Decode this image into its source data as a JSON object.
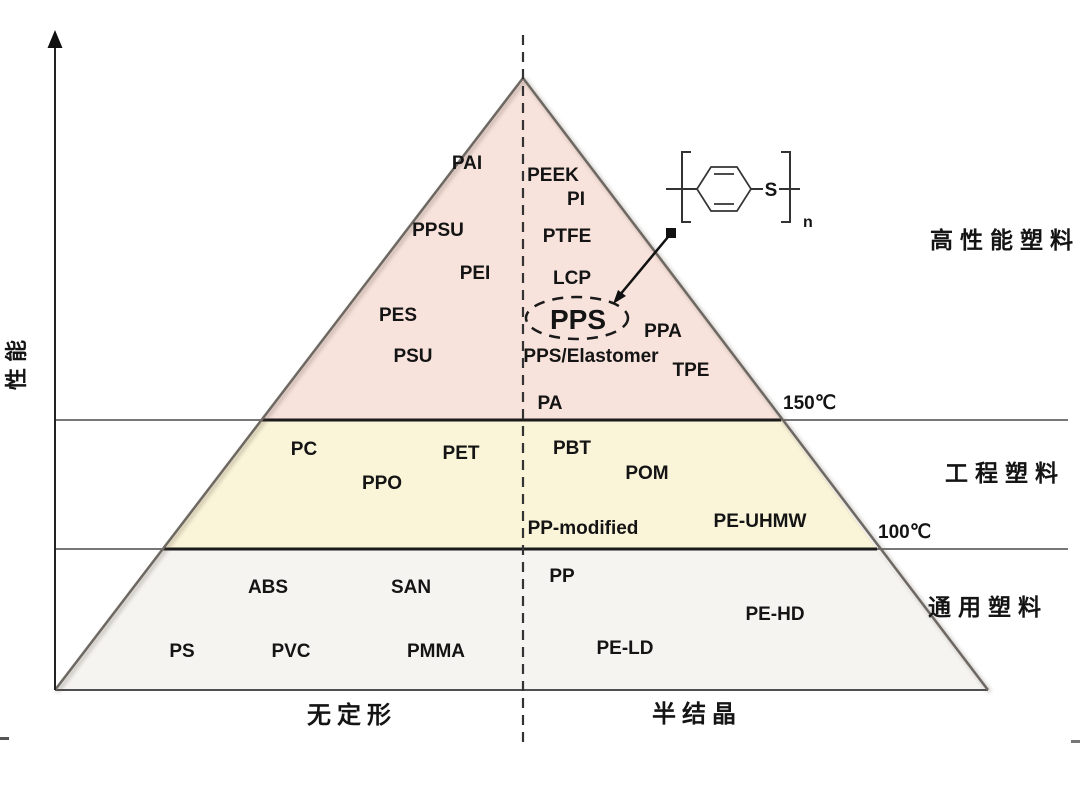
{
  "diagram": {
    "axis": {
      "label": "性能"
    },
    "bands": [
      {
        "label": "高性能塑料",
        "temp": "150℃",
        "fill": "#f8e3dc"
      },
      {
        "label": "工程塑料",
        "temp": "100℃",
        "fill": "#faf4d8"
      },
      {
        "label": "通用塑料",
        "fill": "#f5f4f1"
      }
    ],
    "categories": {
      "left": "无定形",
      "right": "半结晶"
    },
    "materials": {
      "pai": "PAI",
      "peek": "PEEK",
      "pi": "PI",
      "ppsu": "PPSU",
      "ptfe": "PTFE",
      "pei": "PEI",
      "lcp": "LCP",
      "pes": "PES",
      "psu": "PSU",
      "pps": "PPS",
      "ppa": "PPA",
      "pps_elastomer": "PPS/Elastomer",
      "tpe": "TPE",
      "pa": "PA",
      "pc": "PC",
      "pet": "PET",
      "pbt": "PBT",
      "ppo": "PPO",
      "pom": "POM",
      "pp_modified": "PP-modified",
      "pe_uhmw": "PE-UHMW",
      "abs": "ABS",
      "san": "SAN",
      "pp": "PP",
      "pe_hd": "PE-HD",
      "ps": "PS",
      "pvc": "PVC",
      "pmma": "PMMA",
      "pe_ld": "PE-LD"
    },
    "structure": {
      "atom": "S",
      "subscript": "n"
    }
  }
}
